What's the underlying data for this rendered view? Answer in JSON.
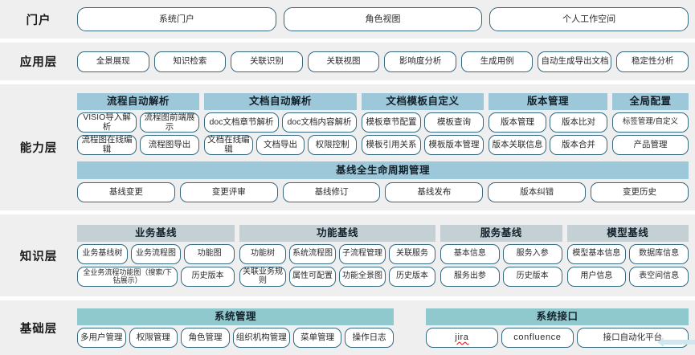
{
  "layers": [
    {
      "label": "门户",
      "kind": "pills",
      "items": [
        "系统门户",
        "角色视图",
        "个人工作空间"
      ]
    },
    {
      "label": "应用层",
      "kind": "pills",
      "items": [
        "全景展现",
        "知识检索",
        "关联识别",
        "关联视图",
        "影响度分析",
        "生成用例",
        "自动生成导出文档",
        "稳定性分析"
      ]
    },
    {
      "label": "能力层",
      "kind": "groups",
      "header_color": "#9dc8d9",
      "groups": [
        {
          "title": "流程自动解析",
          "rows": [
            [
              "VISIO导入解析",
              "流程图前端展示"
            ],
            [
              "流程图在线编辑",
              "流程图导出"
            ]
          ]
        },
        {
          "title": "文档自动解析",
          "rows": [
            [
              "doc文档章节解析",
              "doc文档内容解析"
            ],
            [
              "文档在线编辑",
              "文档导出",
              "权限控制"
            ]
          ]
        },
        {
          "title": "文档模板自定义",
          "rows": [
            [
              "模板章节配置",
              "模板查询"
            ],
            [
              "模板引用关系",
              "模板版本管理"
            ]
          ]
        },
        {
          "title": "版本管理",
          "rows": [
            [
              "版本管理",
              "版本比对"
            ],
            [
              "版本关联信息",
              "版本合并"
            ]
          ]
        },
        {
          "title": "全局配置",
          "rows": [
            [
              "标签管理/自定义"
            ],
            [
              "产品管理"
            ]
          ]
        }
      ],
      "strip": {
        "title": "基线全生命周期管理",
        "items": [
          "基线变更",
          "变更评审",
          "基线修订",
          "基线发布",
          "版本纠错",
          "变更历史"
        ]
      }
    },
    {
      "label": "知识层",
      "kind": "groups",
      "header_color": "#c4d0d4",
      "groups": [
        {
          "title": "业务基线",
          "rows": [
            [
              "业务基线树",
              "业务流程图",
              "功能图"
            ],
            [
              "全业务流程功能图（搜索/下钻展示）",
              "历史版本"
            ]
          ]
        },
        {
          "title": "功能基线",
          "rows": [
            [
              "功能树",
              "系统流程图",
              "子流程管理",
              "关联服务"
            ],
            [
              "关联业务规则",
              "属性可配置",
              "功能全景图",
              "历史版本"
            ]
          ]
        },
        {
          "title": "服务基线",
          "rows": [
            [
              "基本信息",
              "服务入参"
            ],
            [
              "服务出参",
              "历史版本"
            ]
          ]
        },
        {
          "title": "模型基线",
          "rows": [
            [
              "模型基本信息",
              "数据库信息"
            ],
            [
              "用户信息",
              "表空间信息"
            ]
          ]
        }
      ]
    },
    {
      "label": "基础层",
      "kind": "groups",
      "header_color": "#8fc9cd",
      "groups": [
        {
          "title": "系统管理",
          "rows": [
            [
              "多用户管理",
              "权限管理",
              "角色管理",
              "组织机构管理",
              "菜单管理",
              "操作日志"
            ]
          ]
        },
        {
          "title": "系统接口",
          "rows": [
            [
              "jira",
              "confluence",
              "接口自动化平台"
            ]
          ]
        }
      ]
    }
  ],
  "spellcheck": {
    "misspelled_word": "jira"
  },
  "colors": {
    "band_background": "#efeff0",
    "pill_border": "#34697f",
    "capability_header": "#9dc8d9",
    "knowledge_header": "#c4d0d4",
    "base_header": "#8fc9cd",
    "arrow": "#cfe7ed"
  }
}
